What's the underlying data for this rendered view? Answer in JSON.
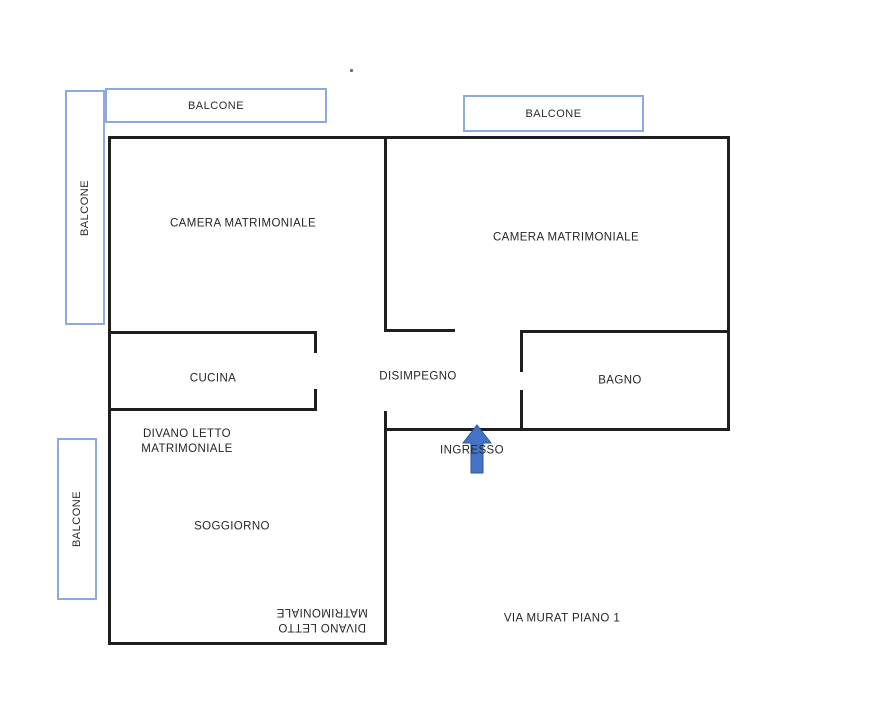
{
  "page": {
    "background": "#ffffff"
  },
  "colors": {
    "wall": "#1f1f1f",
    "balcony_border": "#8ea9db",
    "arrow_fill": "#4472c4",
    "arrow_outline": "#2f5597",
    "label_text": "#262626"
  },
  "floor_plan": {
    "title": "VIA MURAT PIANO 1",
    "balconies": [
      {
        "label": "BALCONE",
        "position": "left-upper",
        "orientation": "vertical"
      },
      {
        "label": "BALCONE",
        "position": "top-left",
        "orientation": "horizontal"
      },
      {
        "label": "BALCONE",
        "position": "top-right",
        "orientation": "horizontal"
      },
      {
        "label": "BALCONE",
        "position": "left-lower",
        "orientation": "vertical"
      }
    ],
    "rooms": {
      "camera_matrimoniale_left": "CAMERA MATRIMONIALE",
      "camera_matrimoniale_right": "CAMERA MATRIMONIALE",
      "cucina": "CUCINA",
      "disimpegno": "DISIMPEGNO",
      "bagno": "BAGNO",
      "soggiorno": "SOGGIORNO"
    },
    "annotations": {
      "divano_letto": {
        "line1": "DIVANO LETTO",
        "line2": "MATRIMONIALE"
      },
      "divano_letto_rotated": {
        "line1": "DIVANO LETTO",
        "line2": "MATRIMONIALE"
      },
      "ingresso": "INGRESSO"
    }
  }
}
